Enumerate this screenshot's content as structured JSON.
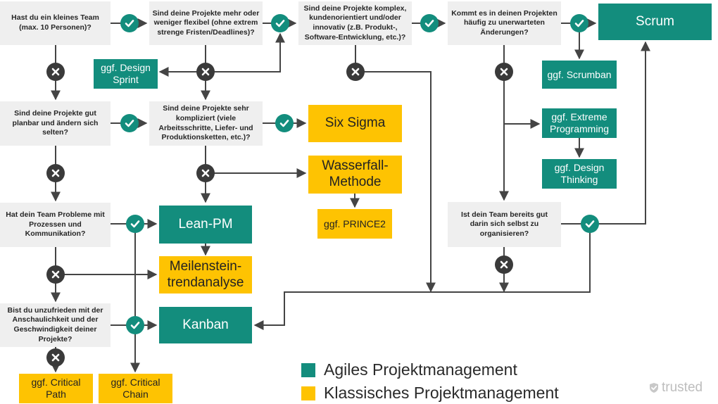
{
  "nodes": {
    "q_team": "Hast du ein kleines Team\n(max. 10 Personen)?",
    "q_flexibel": "Sind deine Projekte mehr oder\nweniger flexibel (ohne extrem\nstrenge Fristen/Deadlines)?",
    "q_komplex": "Sind deine Projekte komplex,\nkundenorientiert und/oder\ninnovativ (z.B. Produkt-,\nSoftware-Entwicklung, etc.)?",
    "q_aenderung": "Kommt es in deinen Projekten\nhäufig zu unerwarteten\nÄnderungen?",
    "q_planbar": "Sind deine Projekte gut\nplanbar und ändern sich\nselten?",
    "q_kompliziert": "Sind deine Projekte sehr\nkompliziert (viele\nArbeitsschritte, Liefer- und\nProduktionsketten, etc.)?",
    "q_probleme": "Hat dein Team Probleme mit\nProzessen und\nKommunikation?",
    "q_organisiert": "Ist dein Team bereits gut\ndarin sich selbst zu\norganisieren?",
    "q_unzufrieden": "Bist du unzufrieden mit der\nAnschaulichkeit und der\nGeschwindigkeit deiner\nProjekte?",
    "scrum": "Scrum",
    "scrumban": "ggf. Scrumban",
    "design_sprint": "ggf. Design\nSprint",
    "six_sigma": "Six Sigma",
    "wasserfall": "Wasserfall-\nMethode",
    "prince2": "ggf. PRINCE2",
    "xp": "ggf. Extreme\nProgramming",
    "design_thinking": "ggf. Design\nThinking",
    "lean": "Lean-PM",
    "meilenstein": "Meilenstein-\ntrendanalyse",
    "kanban": "Kanban",
    "crit_path": "ggf. Critical\nPath",
    "crit_chain": "ggf. Critical\nChain"
  },
  "legend": {
    "agile": "Agiles Projektmanagement",
    "classic": "Klassisches Projektmanagement"
  },
  "brand": "trusted",
  "colors": {
    "agile": "#138d7d",
    "classic": "#fec302",
    "question_bg": "#efefef",
    "wire": "#444444",
    "yes_badge": "#138d7d",
    "no_badge": "#3a3a3a"
  },
  "icons": {
    "yes": "check-icon",
    "no": "cross-icon"
  }
}
